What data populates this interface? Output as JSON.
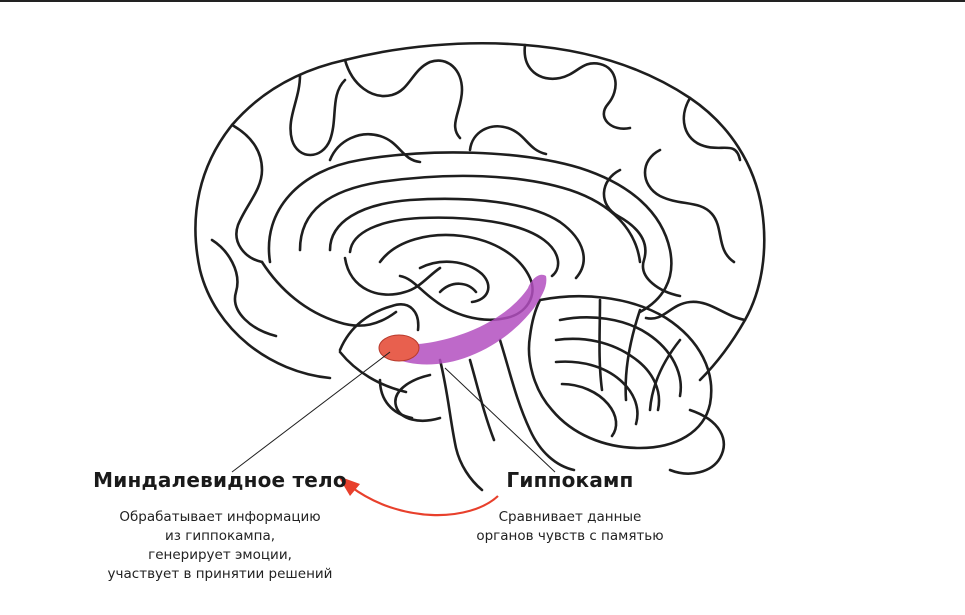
{
  "colors": {
    "outline": "#1e1e1e",
    "hippocampus": "#b34fc0",
    "amygdala": "#e8604e",
    "arrow": "#e8402c"
  },
  "amygdala": {
    "title": "Миндалевидное тело",
    "description": [
      "Обрабатывает информацию",
      "из гиппокампа,",
      "генерирует эмоции,",
      "участвует в принятии решений"
    ]
  },
  "hippocampus": {
    "title": "Гиппокамп",
    "description": [
      "Сравнивает данные",
      "органов чувств с памятью"
    ]
  }
}
